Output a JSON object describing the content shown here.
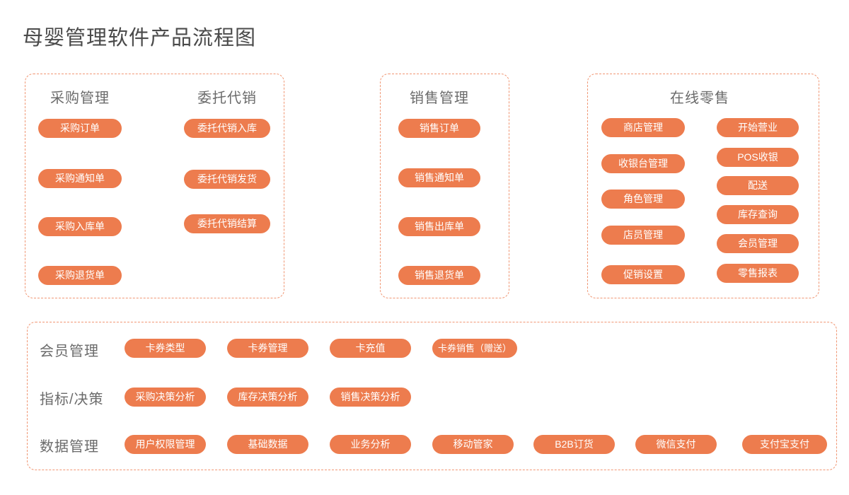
{
  "title": "母婴管理软件产品流程图",
  "colors": {
    "accent": "#ED7C4E",
    "panel_border": "#F09673",
    "title_text": "#4A4A4A",
    "header_text": "#6B6B6B",
    "button_text": "#FFFFFF"
  },
  "panels": {
    "purchase": {
      "headers": [
        "采购管理",
        "委托代销"
      ],
      "col1": [
        "采购订单",
        "采购通知单",
        "采购入库单",
        "采购退货单"
      ],
      "col2": [
        "委托代销入库",
        "委托代销发货",
        "委托代销结算"
      ]
    },
    "sales": {
      "header": "销售管理",
      "buttons": [
        "销售订单",
        "销售通知单",
        "销售出库单",
        "销售退货单"
      ]
    },
    "retail": {
      "header": "在线零售",
      "col1": [
        "商店管理",
        "收银台管理",
        "角色管理",
        "店员管理",
        "促销设置"
      ],
      "col2": [
        "开始营业",
        "POS收银",
        "配送",
        "库存查询",
        "会员管理",
        "零售报表"
      ]
    },
    "bottom": {
      "rows": [
        {
          "label": "会员管理",
          "buttons": [
            "卡券类型",
            "卡券管理",
            "卡充值",
            "卡券销售（赠送）"
          ]
        },
        {
          "label": "指标/决策",
          "buttons": [
            "采购决策分析",
            "库存决策分析",
            "销售决策分析"
          ]
        },
        {
          "label": "数据管理",
          "buttons": [
            "用户权限管理",
            "基础数据",
            "业务分析",
            "移动管家",
            "B2B订货",
            "微信支付",
            "支付宝支付"
          ]
        }
      ]
    }
  }
}
